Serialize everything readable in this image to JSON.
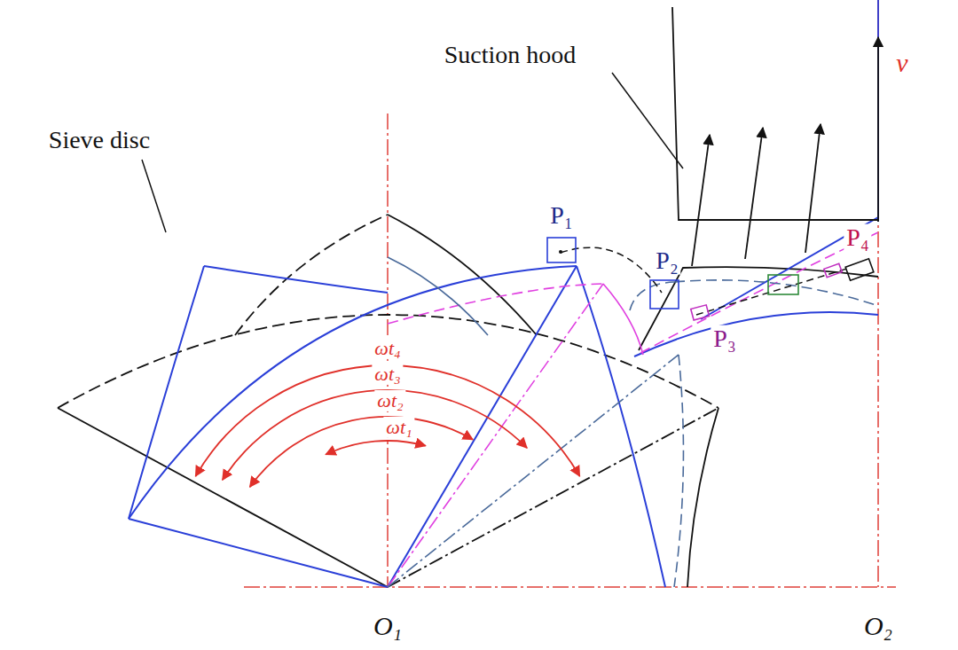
{
  "diagram": {
    "labels": [
      "Suction hood",
      "v",
      "P₁",
      "P₂",
      "P₃",
      "P₄",
      "Sieve disc",
      "ωt₄",
      "ωt₃",
      "ωt₂",
      "ωt₁",
      "O₁",
      "O₂"
    ]
  }
}
